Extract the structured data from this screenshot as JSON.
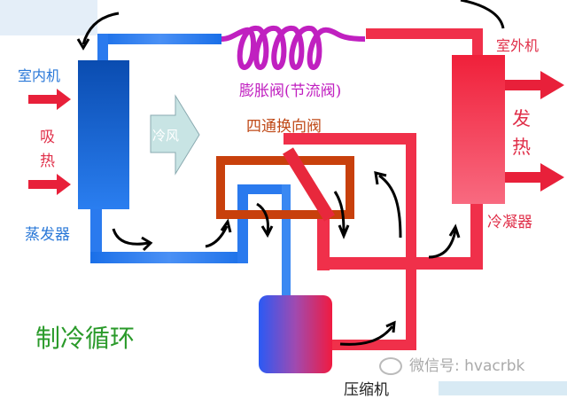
{
  "labels": {
    "indoor_unit": "室内机",
    "absorb_heat_1": "吸",
    "absorb_heat_2": "热",
    "evaporator": "蒸发器",
    "expansion_valve": "膨胀阀(节流阀)",
    "four_way_valve": "四通换向阀",
    "cold_wind": "冷风",
    "outdoor_unit": "室外机",
    "release_heat_1": "发",
    "release_heat_2": "热",
    "condenser": "冷凝器",
    "compressor": "压缩机",
    "title": "制冷循环",
    "watermark": "微信号: hvacrbk"
  },
  "colors": {
    "cold": "#1a6fe0",
    "hot": "#f0283c",
    "valve": "#c8400c",
    "coil": "#c020c0",
    "title": "#2a9a2a"
  }
}
